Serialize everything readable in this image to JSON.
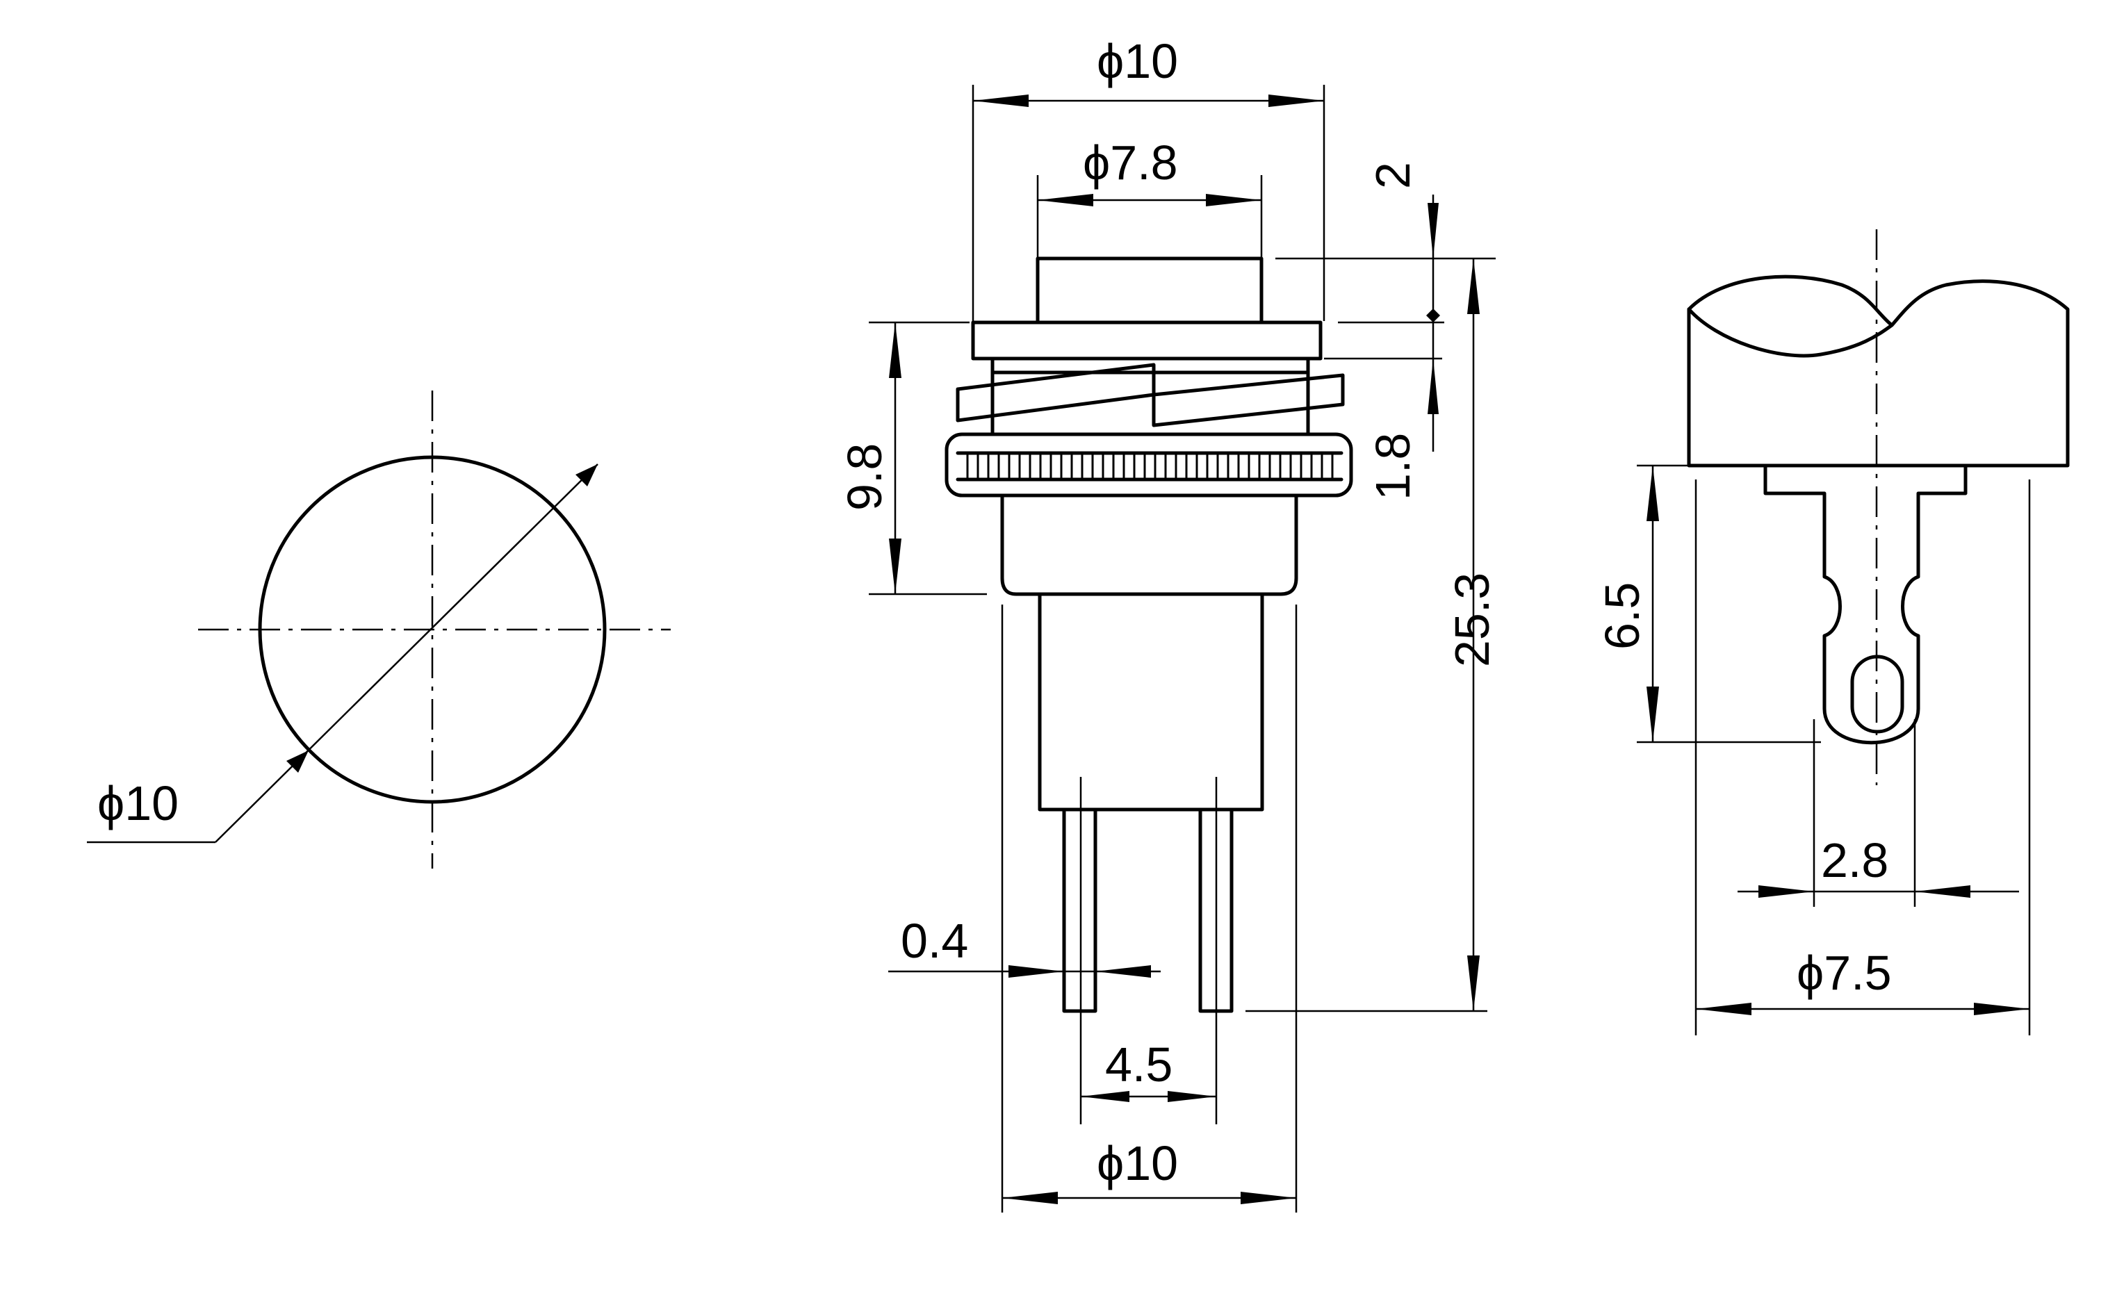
{
  "drawing": {
    "front_view": {
      "diameter": "ϕ10"
    },
    "side_view": {
      "cap_diameter": "ϕ10",
      "button_diameter": "ϕ7.8",
      "button_travel": "2",
      "overall_height": "9.8",
      "nut_thickness": "1.8",
      "total_length": "25.3",
      "pin_thickness": "0.4",
      "pin_spacing": "4.5",
      "body_diameter": "ϕ10"
    },
    "terminal_view": {
      "terminal_length": "6.5",
      "terminal_width": "2.8",
      "housing_diameter": "ϕ7.5"
    }
  }
}
